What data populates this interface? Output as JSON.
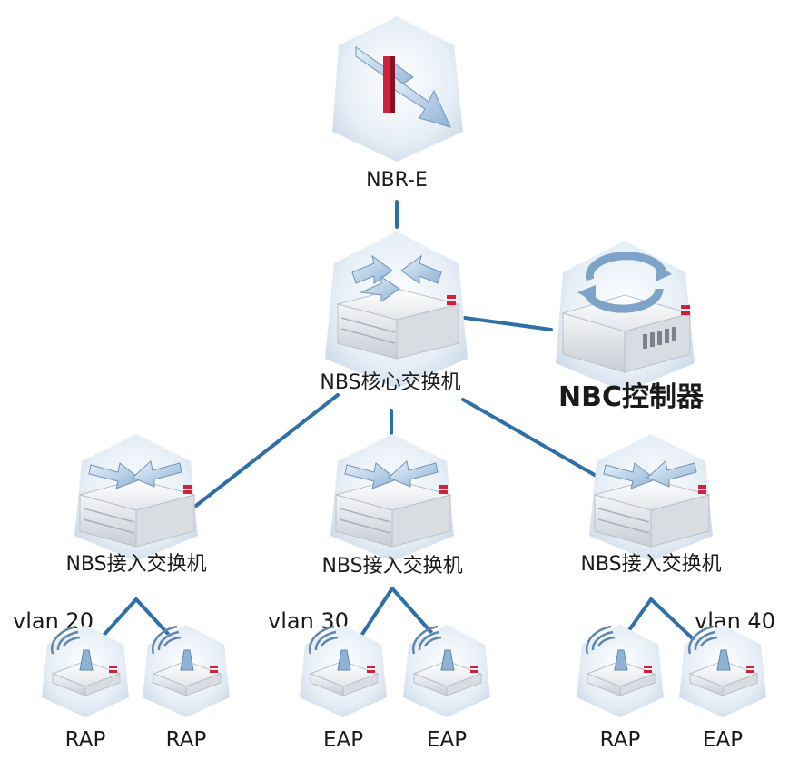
{
  "diagram": {
    "router": {
      "label": "NBR-E"
    },
    "core_switch": {
      "label": "NBS核心交换机"
    },
    "controller": {
      "label": "NBC控制器"
    },
    "access_switches": [
      {
        "label": "NBS接入交换机",
        "vlan": "vlan 20",
        "aps": [
          {
            "label": "RAP"
          },
          {
            "label": "RAP"
          }
        ]
      },
      {
        "label": "NBS接入交换机",
        "vlan": "vlan 30",
        "aps": [
          {
            "label": "EAP"
          },
          {
            "label": "EAP"
          }
        ]
      },
      {
        "label": "NBS接入交换机",
        "vlan": "vlan 40",
        "aps": [
          {
            "label": "RAP"
          },
          {
            "label": "EAP"
          }
        ]
      }
    ],
    "colors": {
      "link": "#2f6fa8",
      "accent": "#d0213a",
      "tile": "#dfe9f3",
      "device": "#f2f3f5"
    }
  }
}
